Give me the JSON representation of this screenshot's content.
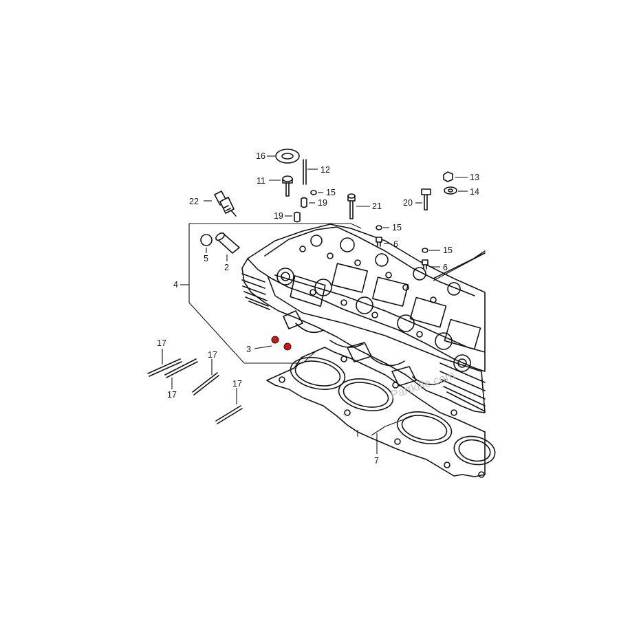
{
  "colors": {
    "line": "#111111",
    "background": "#ffffff",
    "highlight": "#d9140f"
  },
  "watermark": "Partkille.com",
  "callouts": {
    "p2": "2",
    "p3": "3",
    "p4": "4",
    "p5": "5",
    "p6a": "6",
    "p6b": "6",
    "p7": "7",
    "p11": "11",
    "p12": "12",
    "p13": "13",
    "p14": "14",
    "p15a": "15",
    "p15b": "15",
    "p15c": "15",
    "p16": "16",
    "p17a": "17",
    "p17b": "17",
    "p17c": "17",
    "p17d": "17",
    "p19a": "19",
    "p19b": "19",
    "p20": "20",
    "p21": "21",
    "p22": "22"
  },
  "highlighted_parts": [
    "3"
  ]
}
